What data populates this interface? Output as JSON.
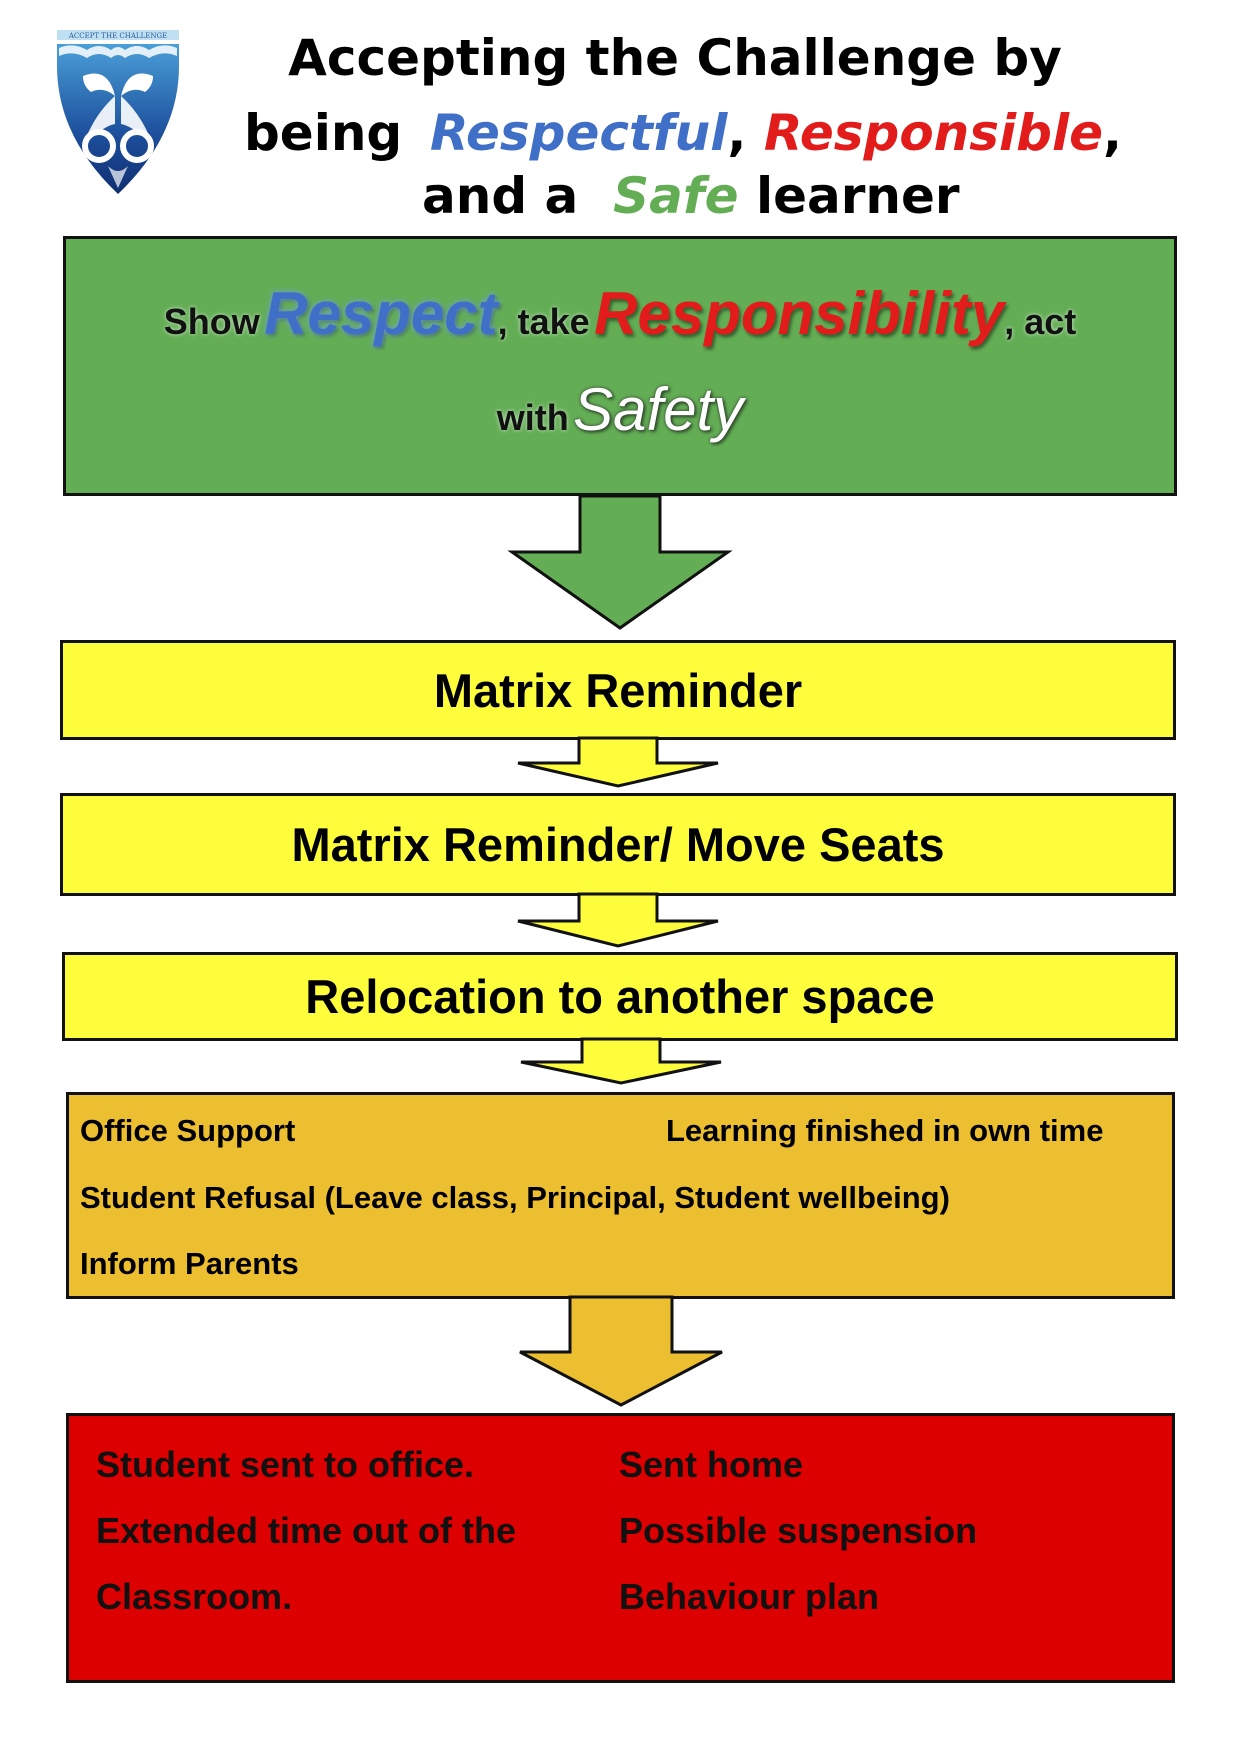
{
  "header": {
    "line1": "Accepting the Challenge by",
    "line2_prefix": "being",
    "respectful": "Respectful",
    "comma1": ",",
    "responsible": "Responsible",
    "comma2": ",",
    "line3_prefix": "and a",
    "safe": "Safe",
    "line3_suffix": "learner",
    "logo_text": "ACCEPT THE CHALLENGE"
  },
  "green_box": {
    "show": "Show",
    "respect": "Respect",
    "take": ", take",
    "responsibility": "Responsibility",
    "act": ", act",
    "with": "with",
    "safety": "Safety"
  },
  "steps": {
    "step1": "Matrix Reminder",
    "step2": "Matrix Reminder/ Move Seats",
    "step3": "Relocation to another space"
  },
  "orange_box": {
    "office_support": "Office Support",
    "learning_finished": "Learning finished in own time",
    "student_refusal": "Student Refusal (Leave class, Principal, Student wellbeing)",
    "inform_parents": "Inform Parents"
  },
  "red_box": {
    "left_line1": "Student sent to office.",
    "left_line2": "Extended time out of the",
    "left_line3": "Classroom.",
    "right_line1": "Sent home",
    "right_line2": "Possible suspension",
    "right_line3": "Behaviour  plan"
  },
  "colors": {
    "respectful": "#3f6fc6",
    "responsible": "#e21b1b",
    "safe": "#63ad55",
    "green_box": "#63ad55",
    "yellow_box": "#fdfd3c",
    "orange_box": "#ecbf30",
    "red_box": "#dd0000"
  }
}
